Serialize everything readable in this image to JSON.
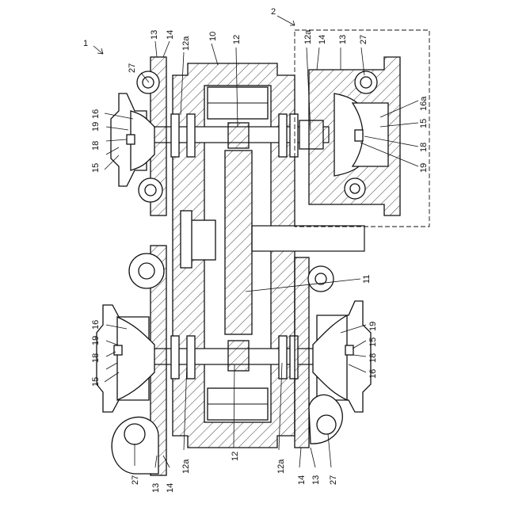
{
  "figure": {
    "labels": {
      "assembly": "1",
      "unit": "2",
      "housing": "10",
      "gear": "11",
      "shaft": "12",
      "shaft_section": "12a",
      "casing_a": "13",
      "casing_b": "14",
      "stage": "15",
      "impeller": "16",
      "impeller_part": "16a",
      "nut": "18",
      "shaft_end": "19",
      "scroll": "27"
    }
  }
}
